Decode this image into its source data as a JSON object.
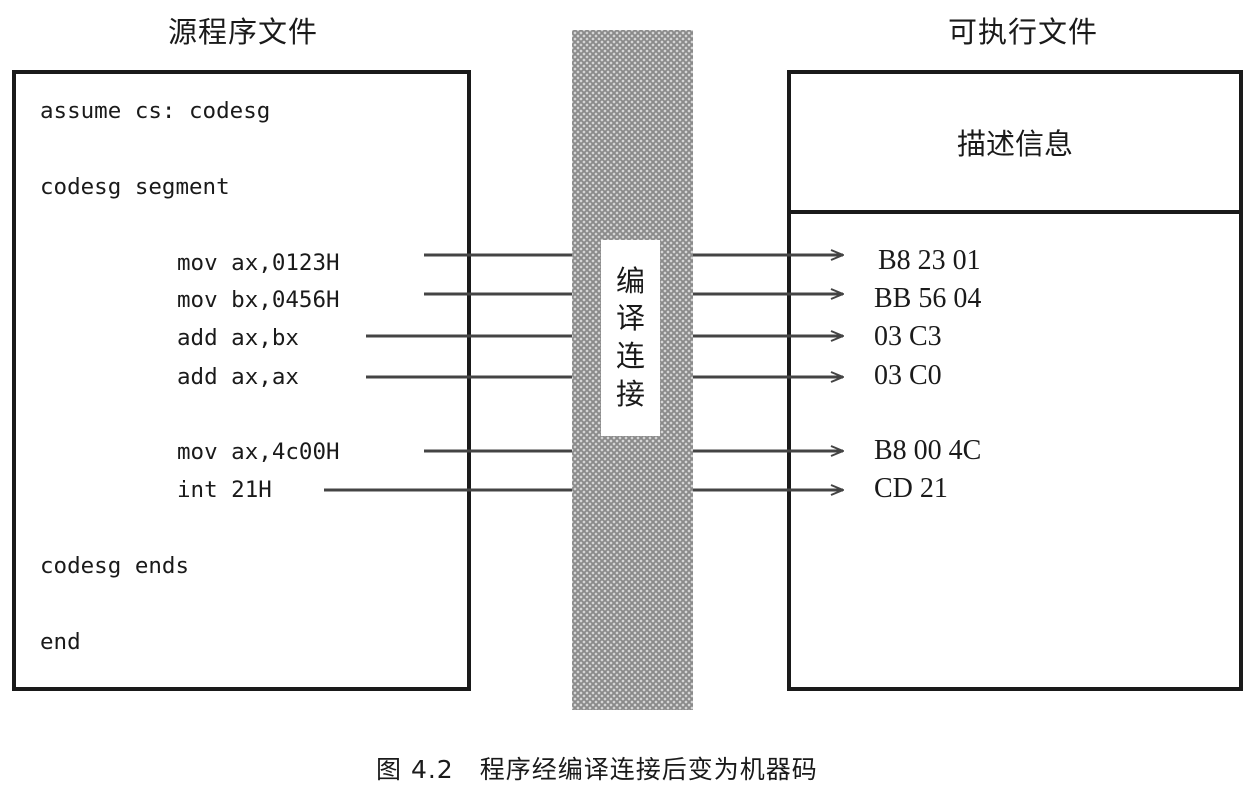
{
  "source": {
    "title": "源程序文件",
    "lines": [
      "assume cs: codesg",
      "codesg segment",
      "codesg ends",
      "end"
    ],
    "instructions": [
      "mov ax,0123H",
      "mov bx,0456H",
      "add ax,bx",
      "add ax,ax",
      "mov ax,4c00H",
      "int 21H"
    ]
  },
  "process": {
    "chars": [
      "编",
      "译",
      "连",
      "接"
    ]
  },
  "executable": {
    "title": "可执行文件",
    "header": "描述信息",
    "machine_code": [
      "B8 23 01",
      "BB 56 04",
      "03 C3",
      "03 C0",
      "B8 00 4C",
      "CD 21"
    ]
  },
  "caption": {
    "number": "图 4.2",
    "text": "程序经编译连接后变为机器码"
  }
}
